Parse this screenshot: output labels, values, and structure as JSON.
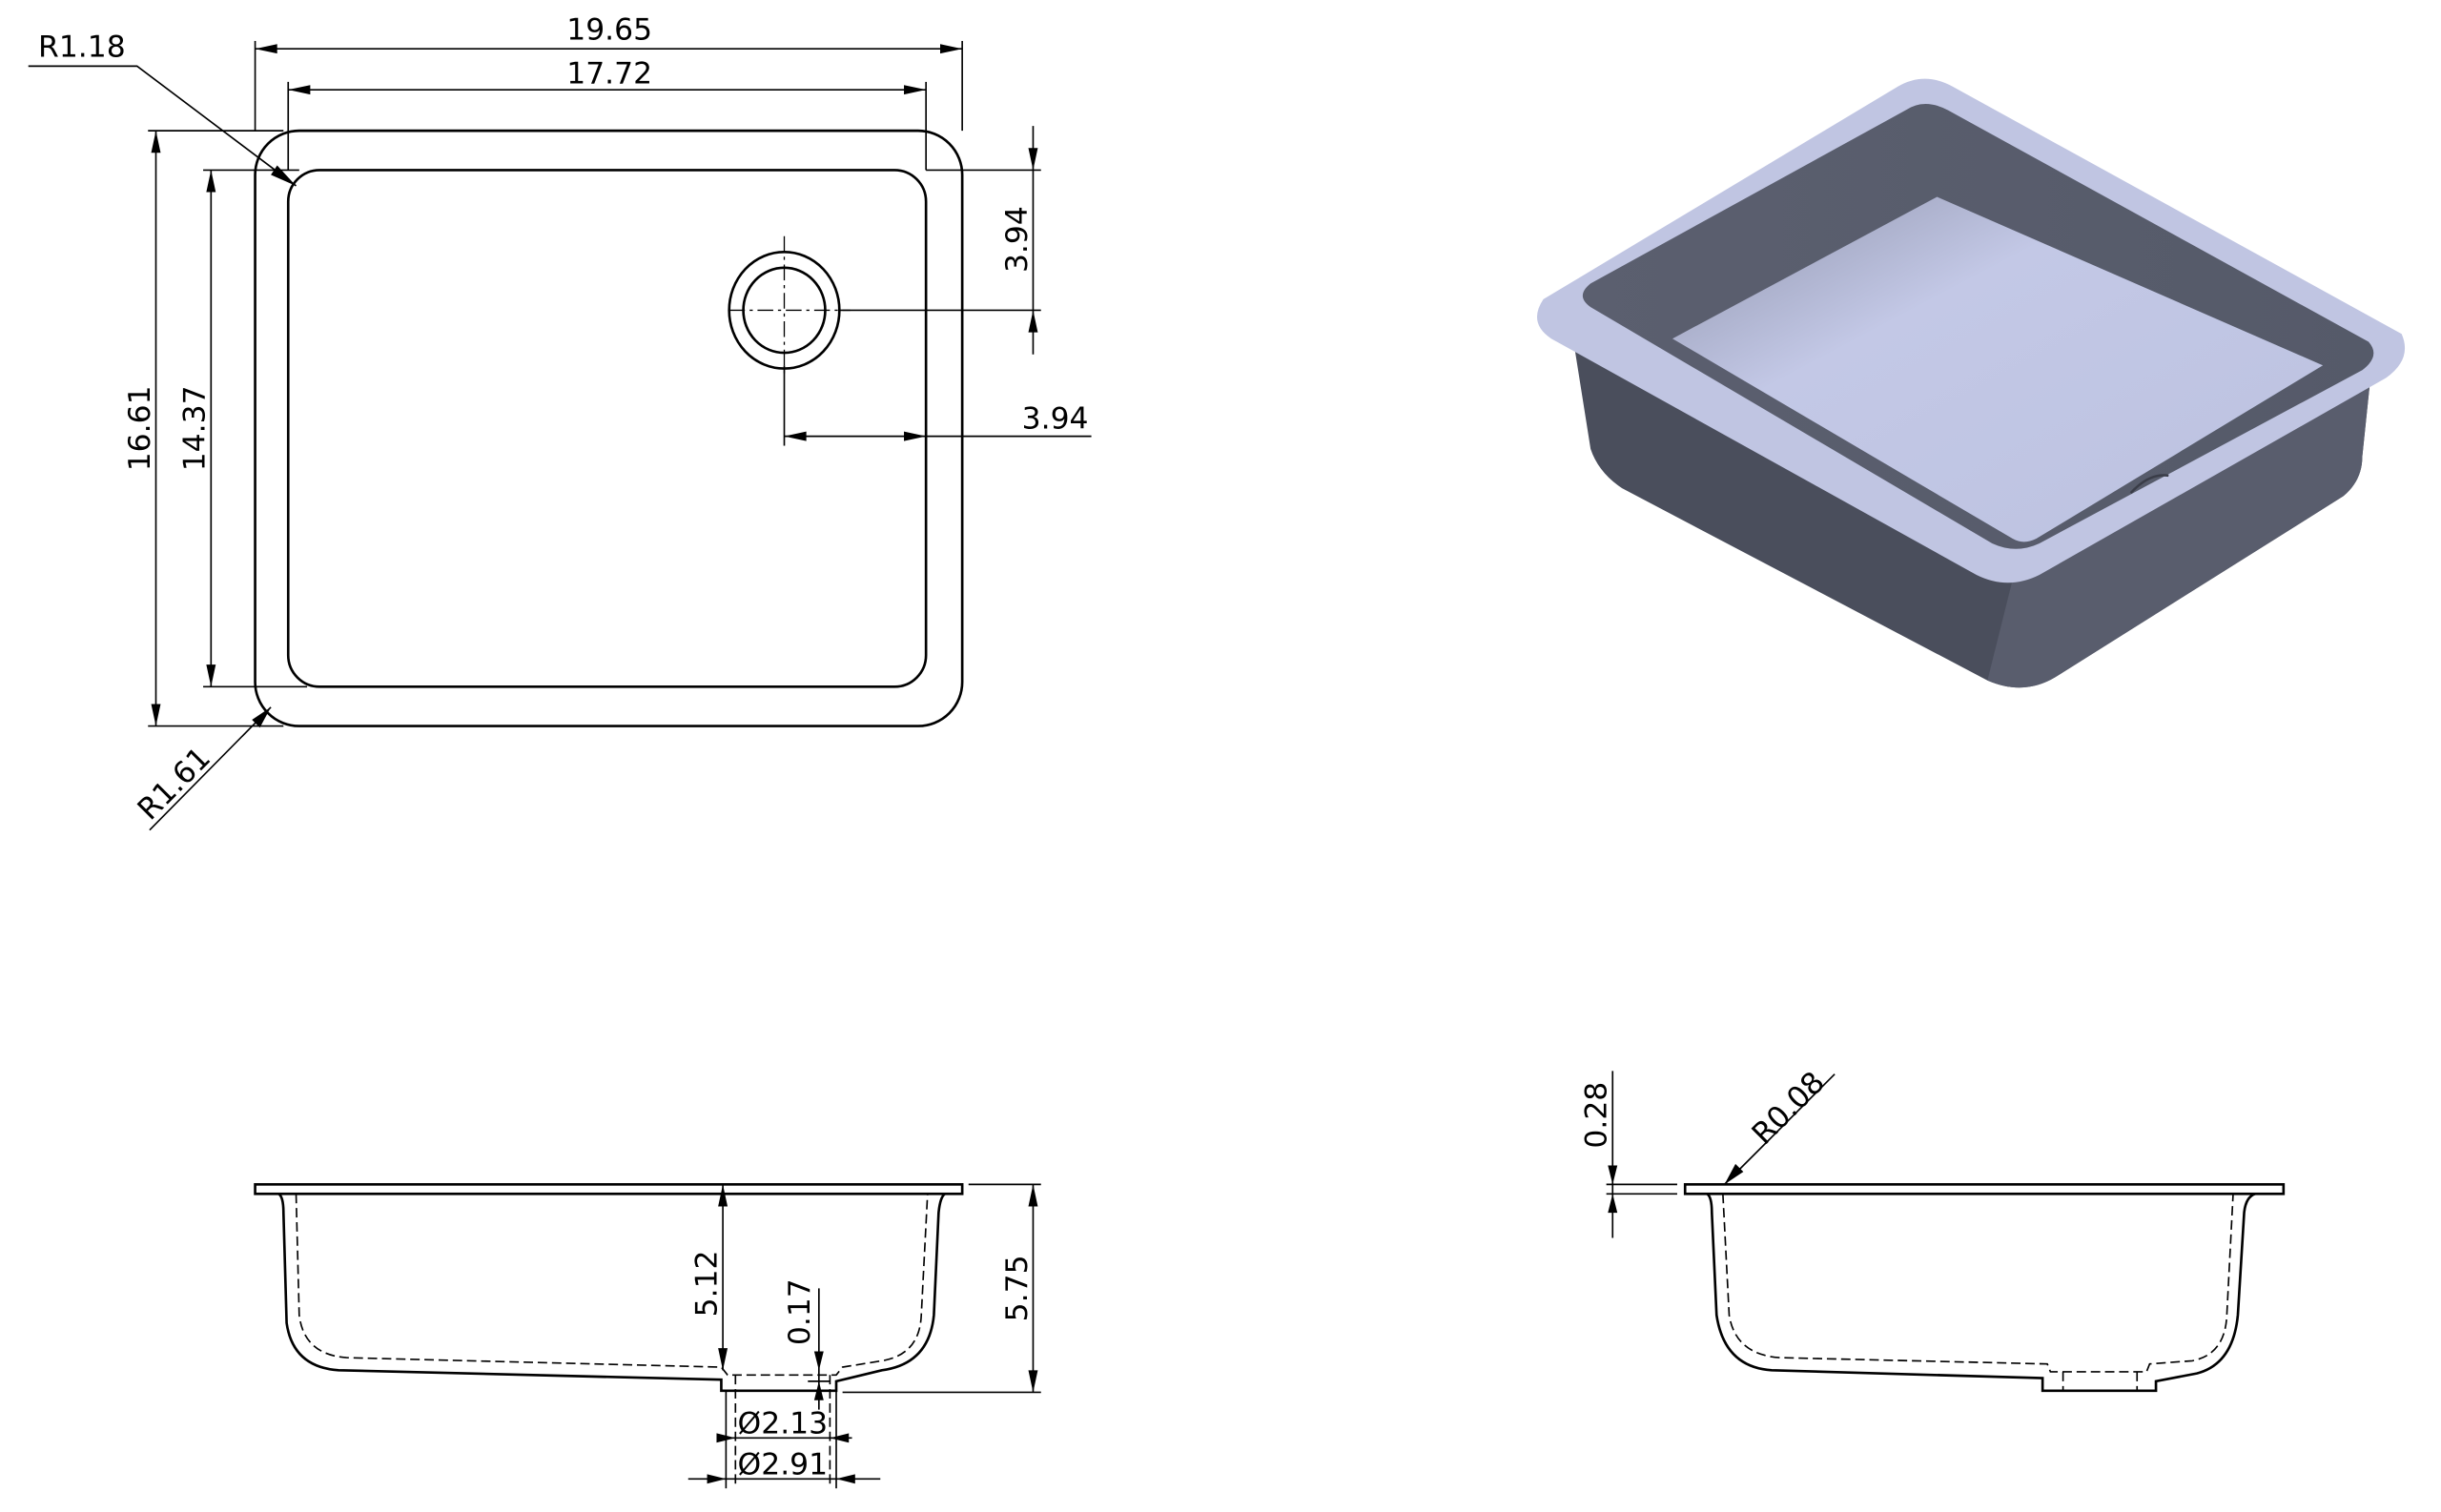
{
  "top_view": {
    "overall_width": "19.65",
    "inner_width": "17.72",
    "overall_depth": "16.61",
    "inner_depth": "14.37",
    "inner_corner_radius": "R1.18",
    "outer_corner_radius": "R1.61",
    "drain_offset_from_back": "3.94",
    "drain_offset_from_side": "3.94"
  },
  "front_view": {
    "bowl_depth": "5.12",
    "overall_height": "5.75",
    "drain_step": "0.17",
    "drain_inner_diameter": "Ø2.13",
    "drain_outer_diameter": "Ø2.91"
  },
  "side_view": {
    "rim_thickness": "0.28",
    "rim_fillet_radius": "R0.08"
  },
  "colors": {
    "rim": "#c0c5e2",
    "wall_dark": "#4a4e5c",
    "wall_mid": "#5e6272",
    "floor": "#bcc2e0"
  }
}
